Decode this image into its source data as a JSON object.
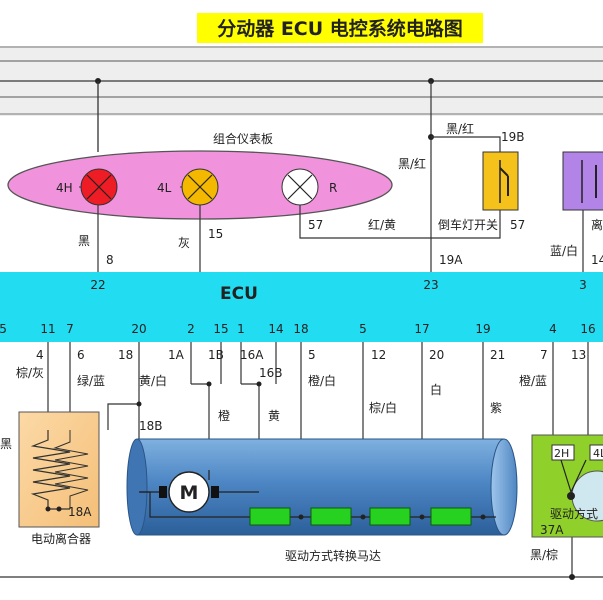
{
  "title": "分动器 ECU 电控系统电路图",
  "cluster": {
    "label": "组合仪表板",
    "lamps": [
      "4H",
      "4L",
      "R"
    ],
    "pin_57": "57",
    "pin_15": "15",
    "wire_black": "黑",
    "wire_gray": "灰",
    "wire_red_yellow": "红/黄",
    "pin_8": "8"
  },
  "reverse_switch": {
    "label": "倒车灯开关",
    "pin_19B": "19B",
    "pin_57": "57",
    "pin_19A": "19A",
    "wire_top": "黑/红",
    "wire_left": "黑/红"
  },
  "right_component": {
    "label_partial": "离",
    "pin_14": "14",
    "wire": "蓝/白"
  },
  "ecu": {
    "label": "ECU",
    "top_pins": [
      "22",
      "23",
      "3"
    ],
    "bottom_pins": [
      "5",
      "11",
      "7",
      "20",
      "2",
      "15",
      "1",
      "14",
      "18",
      "5",
      "17",
      "19",
      "4",
      "16"
    ]
  },
  "lower_pins": [
    "4",
    "6",
    "18",
    "1A",
    "1B",
    "16A",
    "5",
    "12",
    "20",
    "21",
    "7",
    "13",
    "16B",
    "18B",
    "18A",
    "2H",
    "4L",
    "37A"
  ],
  "wire_colors": [
    "棕/灰",
    "绿/蓝",
    "黄/白",
    "橙",
    "黄",
    "橙/白",
    "棕/白",
    "白",
    "紫",
    "橙/蓝",
    "黑",
    "黑/棕"
  ],
  "clutch": {
    "label": "电动离合器"
  },
  "motor": {
    "symbol": "M",
    "label": "驱动方式转换马达"
  },
  "right_switch": {
    "label_partial": "驱动方式"
  }
}
